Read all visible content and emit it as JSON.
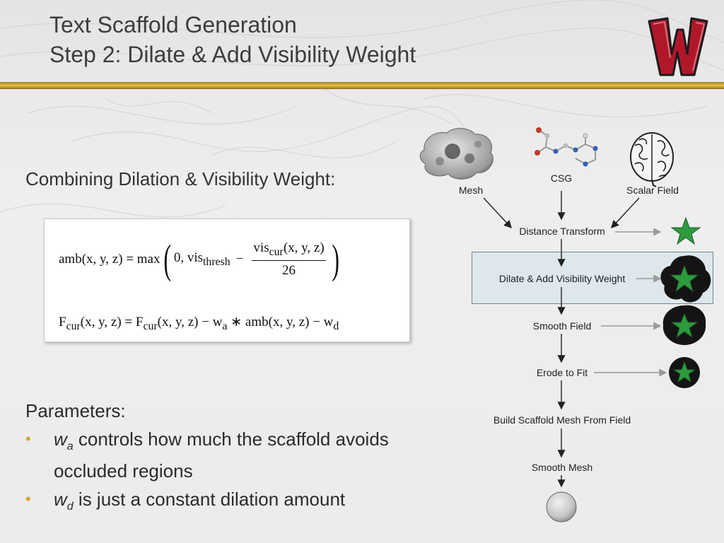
{
  "slide": {
    "title_line1": "Text Scaffold Generation",
    "title_line2": "Step 2: Dilate & Add Visibility Weight",
    "logo_text": "W",
    "accent_colors": {
      "divider": "#d4b23a",
      "bullet": "#d9a520",
      "logo": "#b0182a",
      "star": "#2e9a3e",
      "highlight": "#dde7ec"
    }
  },
  "left": {
    "subheading": "Combining Dilation & Visibility Weight:",
    "formula1": {
      "lhs": "amb(x, y, z) = max",
      "inner": "0, vis",
      "inner_sub": "thresh",
      "minus": "−",
      "num": "vis",
      "num_sub": "cur",
      "num_args": "(x, y, z)",
      "den": "26"
    },
    "formula2": {
      "text1": "F",
      "sub1": "cur",
      "text2": "(x, y, z) = F",
      "sub2": "cur",
      "text3": "(x, y, z) − w",
      "sub3": "a",
      "text4": " ∗ amb(x, y, z) − w",
      "sub4": "d"
    },
    "params_heading": "Parameters:",
    "params": [
      {
        "symbol": "w",
        "sub": "a",
        "text": " controls how much the scaffold avoids occluded regions"
      },
      {
        "symbol": "w",
        "sub": "d",
        "text": " is just a constant dilation amount"
      }
    ]
  },
  "flow": {
    "inputs": [
      "Mesh",
      "CSG",
      "Scalar Field"
    ],
    "steps": [
      "Distance Transform",
      "Dilate & Add Visibility Weight",
      "Smooth Field",
      "Erode to Fit",
      "Build Scaffold Mesh From Field",
      "Smooth Mesh"
    ],
    "input_icons": [
      "protein-surface-icon",
      "molecule-icon",
      "brain-icon"
    ],
    "output_icon": "sphere-icon",
    "stage_icon": "star-icon"
  }
}
